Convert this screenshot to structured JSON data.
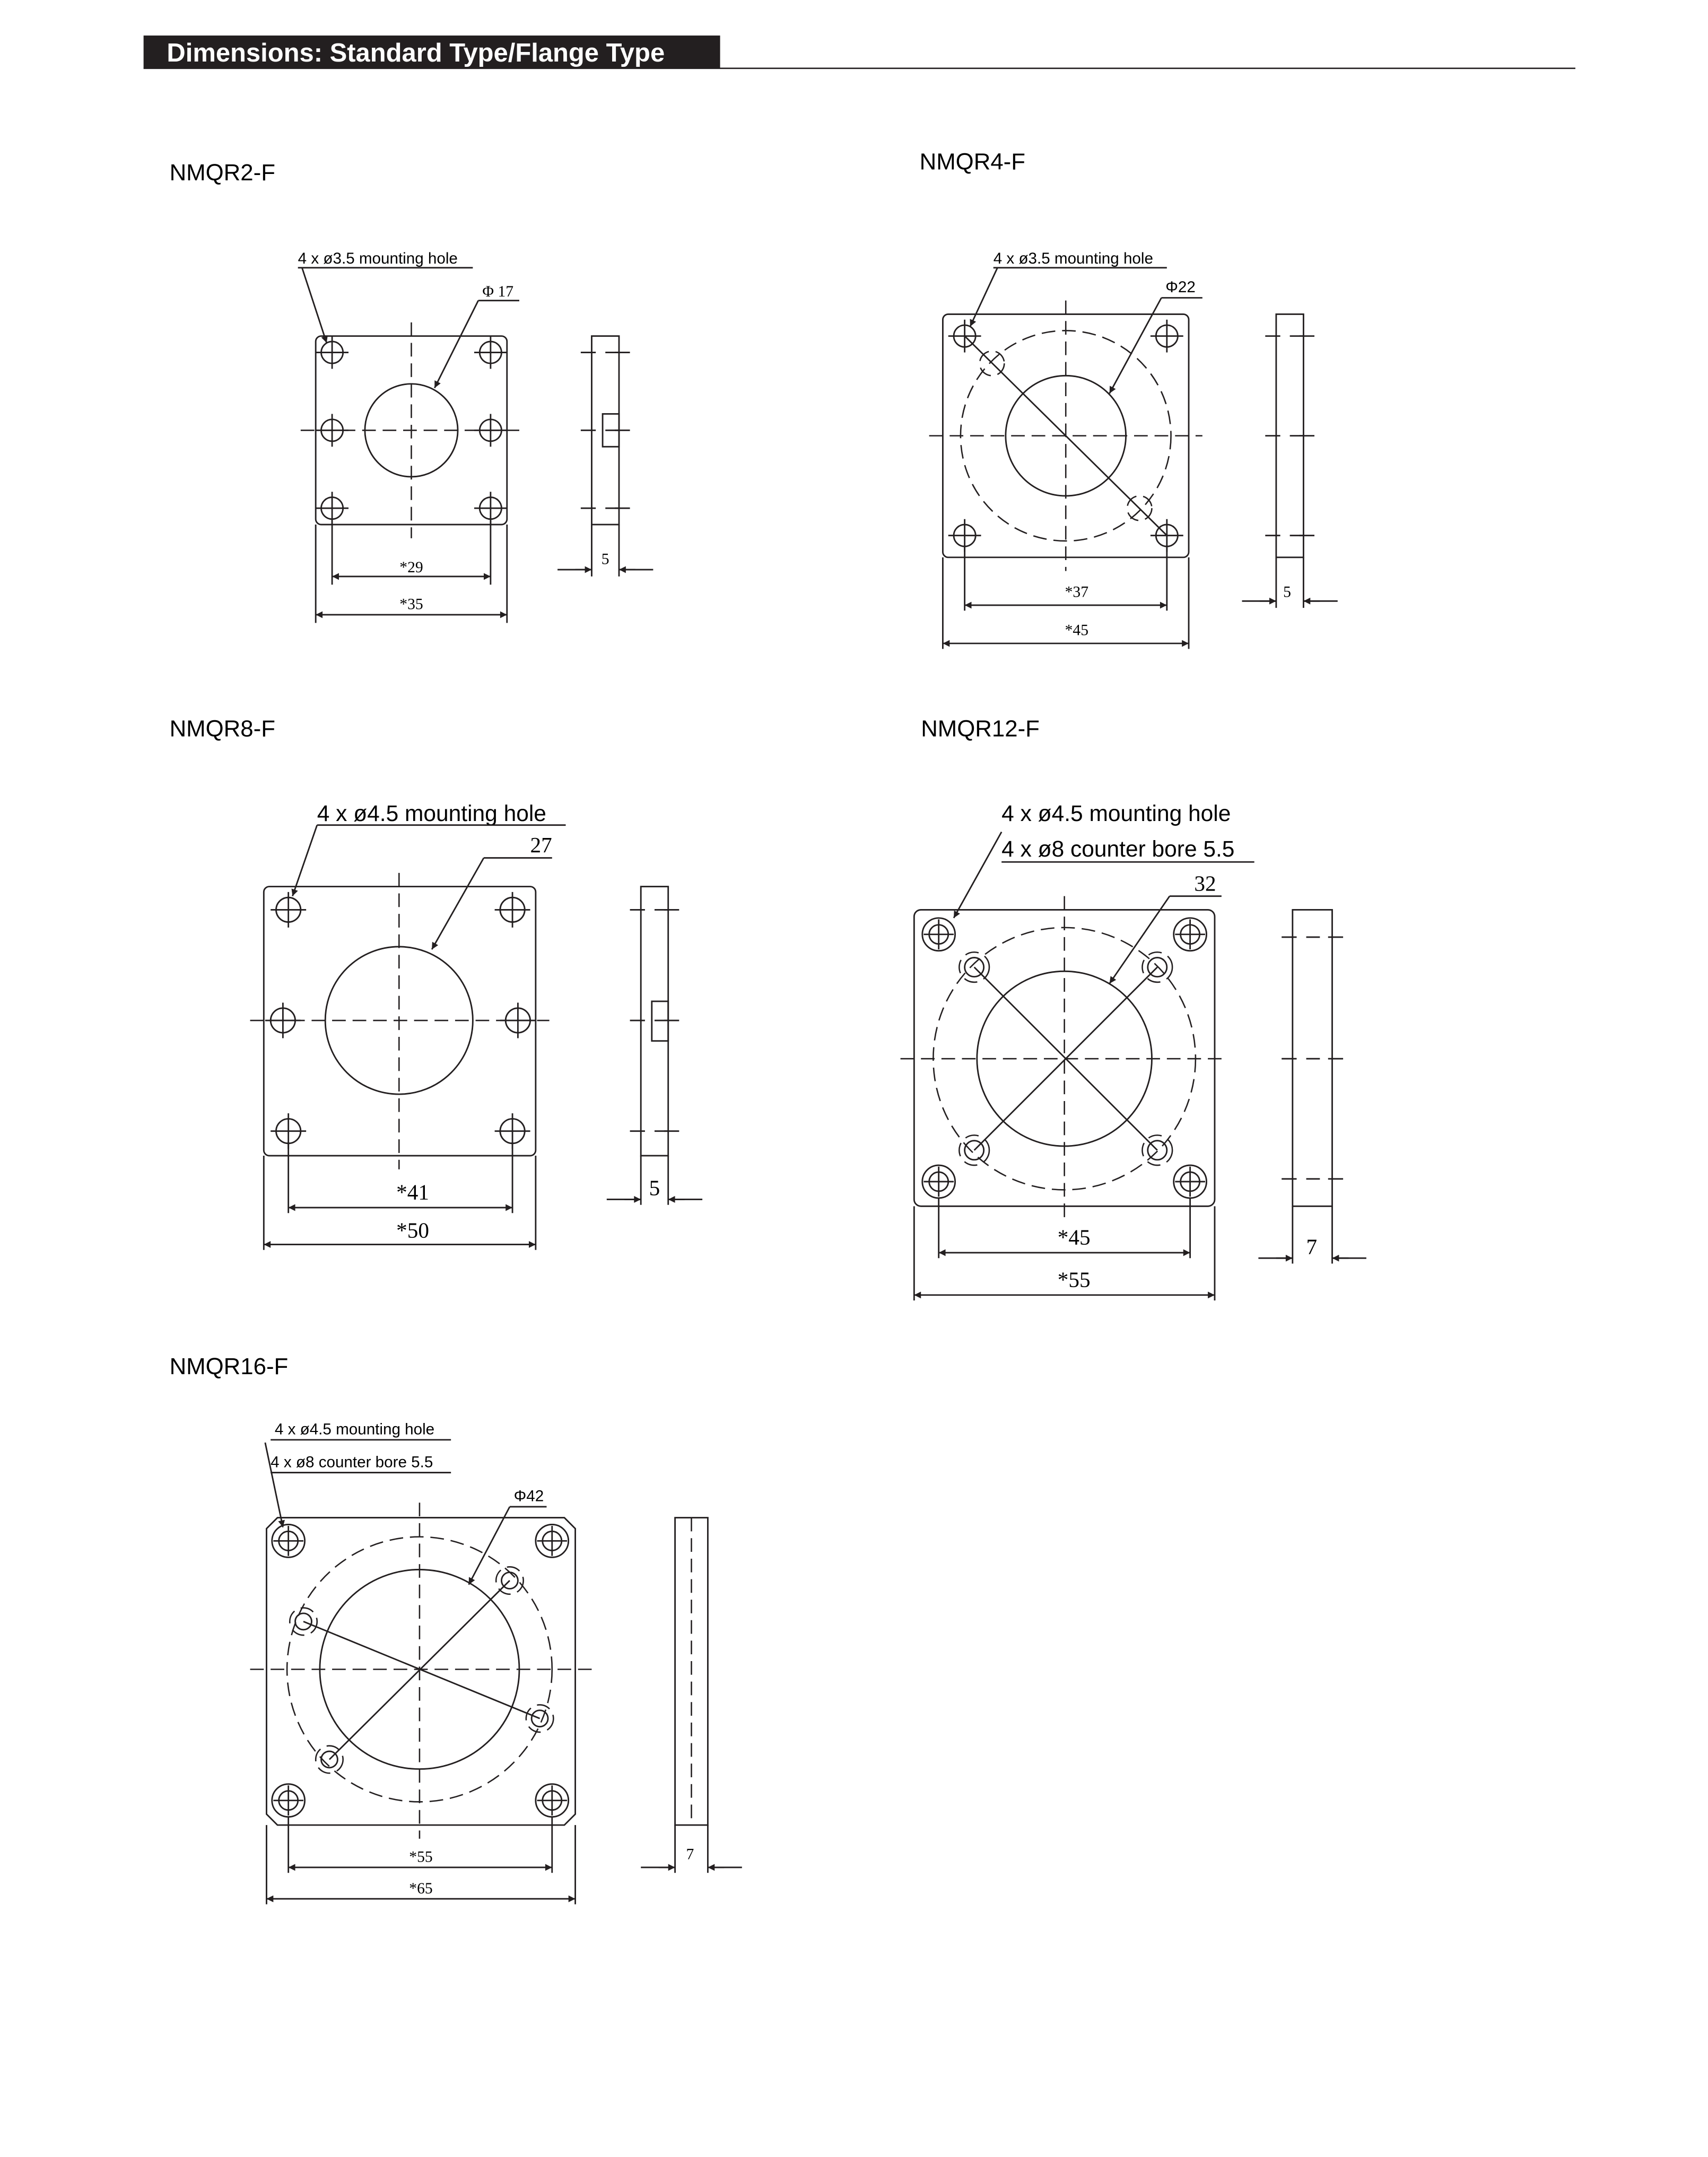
{
  "header": {
    "title": "Dimensions: Standard Type/Flange Type",
    "bar_color": "#231f20"
  },
  "models": [
    {
      "name": "NMQR2-F",
      "hole_label": "4 x ø3.5 mounting hole",
      "bore_label": "Φ 17",
      "inner_dim": "*29",
      "outer_dim": "*35",
      "thickness": "5"
    },
    {
      "name": "NMQR4-F",
      "hole_label": "4 x ø3.5 mounting hole",
      "bore_label": "Φ22",
      "inner_dim": "*37",
      "outer_dim": "*45",
      "thickness": "5"
    },
    {
      "name": "NMQR8-F",
      "hole_label": "4 x ø4.5 mounting hole",
      "bore_label": "27",
      "inner_dim": "*41",
      "outer_dim": "*50",
      "thickness": "5"
    },
    {
      "name": "NMQR12-F",
      "hole_label": "4 x ø4.5 mounting hole",
      "counterbore_label": "4 x ø8 counter bore 5.5",
      "bore_label": "32",
      "inner_dim": "*45",
      "outer_dim": "*55",
      "thickness": "7"
    },
    {
      "name": "NMQR16-F",
      "hole_label": "4 x ø4.5 mounting hole",
      "counterbore_label": "4 x ø8 counter bore 5.5",
      "bore_label": "Φ42",
      "inner_dim": "*55",
      "outer_dim": "*65",
      "thickness": "7"
    }
  ]
}
